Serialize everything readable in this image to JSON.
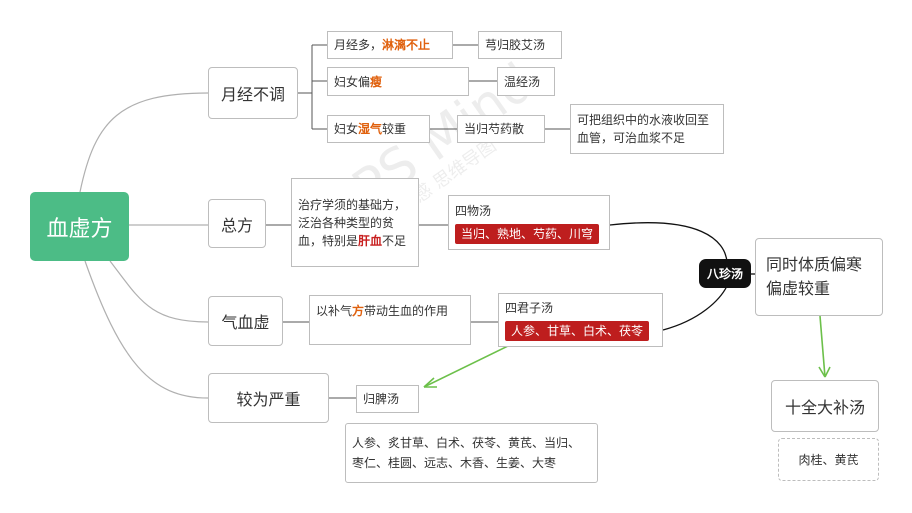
{
  "root": {
    "label": "血虚方"
  },
  "branches": {
    "irregular": {
      "label": "月经不调"
    },
    "general": {
      "label": "总方"
    },
    "qi_blood": {
      "label": "气血虚"
    },
    "severe": {
      "label": "较为严重"
    }
  },
  "irregular": {
    "heavy": {
      "pre": "月经多，",
      "hl": "淋漓不止",
      "remedy": "芎归胶艾汤"
    },
    "thin": {
      "pre": "妇女偏",
      "hl": "瘦",
      "remedy": "温经汤"
    },
    "damp": {
      "pre": "妇女 ",
      "hl": "湿气",
      "post": "较重",
      "remedy": "当归芍药散",
      "note": "可把组织中的水液收回至血管，可治血浆不足"
    }
  },
  "general": {
    "note_pre": "治疗学须的基础方，泛治各种类型的贫血，特别是",
    "note_hl": "肝血",
    "note_post": "不足",
    "siwu": {
      "title": "四物汤",
      "herbs": "当归、熟地、芍药、川穹"
    }
  },
  "qi_blood": {
    "note_pre": "以补气",
    "note_hl": "方",
    "note_post": "带动生血的作用",
    "sijunzi": {
      "title": "四君子汤",
      "herbs": "人参、甘草、白术、茯苓"
    }
  },
  "severe": {
    "remedy": "归脾汤",
    "herbs": "人参、炙甘草、白术、茯苓、黄芪、当归、枣仁、桂圆、远志、木香、生姜、大枣"
  },
  "bazhen": {
    "label": "八珍汤",
    "condition": "同时体质偏寒偏虚较重",
    "result": "十全大补汤",
    "addition": "肉桂、黄芪"
  },
  "watermark": {
    "text": "WPS Mind",
    "sub": "WPS灵感 思维导图"
  },
  "colors": {
    "root": "#4cbc86",
    "highlight": "#e0610e",
    "tag": "#be1e1e",
    "arrow": "#6cc04a"
  }
}
